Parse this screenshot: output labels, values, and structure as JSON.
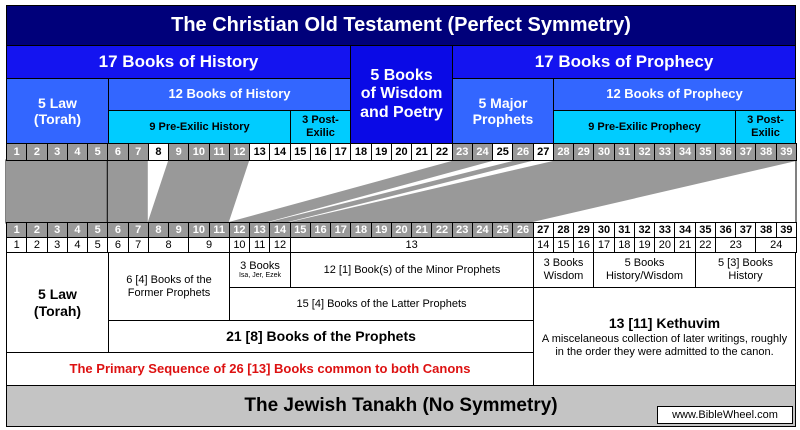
{
  "christian": {
    "title": "The Christian Old Testament (Perfect Symmetry)",
    "history": "17 Books of History",
    "law_line1": "5 Law",
    "law_line2": "(Torah)",
    "history12": "12 Books of History",
    "pre_exilic_history": "9 Pre-Exilic History",
    "post_exilic_h1": "3 Post-",
    "post_exilic_h2": "Exilic",
    "wisdom_line1": "5 Books",
    "wisdom_line2": "of Wisdom",
    "wisdom_line3": "and Poetry",
    "prophecy": "17 Books of Prophecy",
    "major_line1": "5 Major",
    "major_line2": "Prophets",
    "prophecy12": "12 Books of Prophecy",
    "pre_exilic_prophecy": "9 Pre-Exilic Prophecy",
    "post_exilic_p1": "3 Post-",
    "post_exilic_p2": "Exilic"
  },
  "top_numbers_white": [
    8,
    13,
    14,
    15,
    16,
    17,
    18,
    19,
    20,
    21,
    22,
    25,
    27
  ],
  "bottom_numbers_gray_through": 26,
  "book_count": 39,
  "tanakh_numbers": [
    {
      "label": "1",
      "books": [
        1,
        1
      ]
    },
    {
      "label": "2",
      "books": [
        2,
        2
      ]
    },
    {
      "label": "3",
      "books": [
        3,
        3
      ]
    },
    {
      "label": "4",
      "books": [
        4,
        4
      ]
    },
    {
      "label": "5",
      "books": [
        5,
        5
      ]
    },
    {
      "label": "6",
      "books": [
        6,
        6
      ]
    },
    {
      "label": "7",
      "books": [
        7,
        7
      ]
    },
    {
      "label": "8",
      "books": [
        8,
        9
      ]
    },
    {
      "label": "9",
      "books": [
        10,
        11
      ]
    },
    {
      "label": "10",
      "books": [
        12,
        12
      ]
    },
    {
      "label": "11",
      "books": [
        13,
        13
      ]
    },
    {
      "label": "12",
      "books": [
        14,
        14
      ]
    },
    {
      "label": "13",
      "books": [
        15,
        26
      ]
    },
    {
      "label": "14",
      "books": [
        27,
        27
      ]
    },
    {
      "label": "15",
      "books": [
        28,
        28
      ]
    },
    {
      "label": "16",
      "books": [
        29,
        29
      ]
    },
    {
      "label": "17",
      "books": [
        30,
        30
      ]
    },
    {
      "label": "18",
      "books": [
        31,
        31
      ]
    },
    {
      "label": "19",
      "books": [
        32,
        32
      ]
    },
    {
      "label": "20",
      "books": [
        33,
        33
      ]
    },
    {
      "label": "21",
      "books": [
        34,
        34
      ]
    },
    {
      "label": "22",
      "books": [
        35,
        35
      ]
    },
    {
      "label": "23",
      "books": [
        36,
        37
      ]
    },
    {
      "label": "24",
      "books": [
        38,
        39
      ]
    }
  ],
  "tanakh": {
    "law_line1": "5 Law",
    "law_line2": "(Torah)",
    "former_line1": "6 [4] Books of the",
    "former_line2": "Former Prophets",
    "three_books": "3 Books",
    "three_books_sub": "Isa, Jer, Ezek",
    "minor": "12 [1] Book(s) of the Minor Prophets",
    "latter": "15 [4] Books of the Latter Prophets",
    "prophets": "21 [8] Books of the Prophets",
    "primary": "The Primary Sequence of 26 [13] Books common to both Canons",
    "wisdom_line1": "3 Books",
    "wisdom_line2": "Wisdom",
    "histwis_line1": "5 Books",
    "histwis_line2": "History/Wisdom",
    "hist_line1": "5 [3] Books",
    "hist_line2": "History",
    "kethuvim_title": "13 [11] Kethuvim",
    "kethuvim_desc": "A miscelaneous collection of later writings, roughly in the order they were admitted to the canon.",
    "title": "The Jewish Tanakh (No Symmetry)",
    "website": "www.BibleWheel.com"
  },
  "colors": {
    "navy": "#00007a",
    "blue": "#1414f0",
    "mid": "#3366ff",
    "cyan": "#00ccff",
    "gray": "#999999",
    "footer": "#c4c4c4",
    "red": "#dd1111"
  }
}
